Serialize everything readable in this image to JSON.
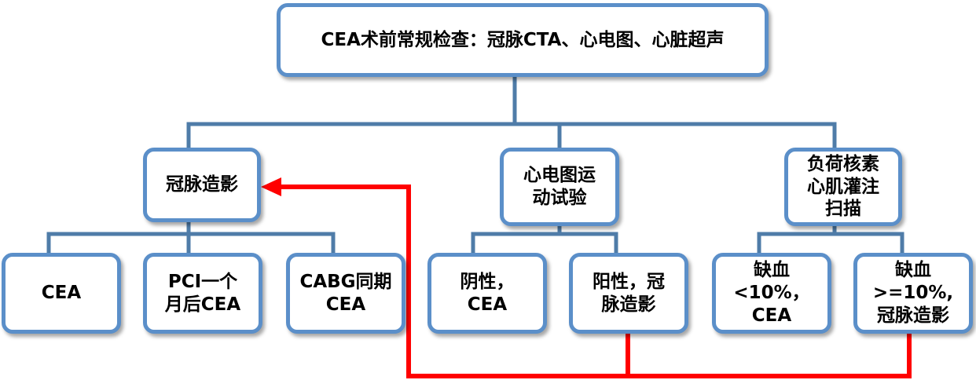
{
  "root": "CEA术前常规检查：冠脉CTA、心电图、心脏超声",
  "branches": {
    "angio": {
      "label": "冠脉造影",
      "children": [
        "CEA",
        "PCI一个月后CEA",
        "CABG同期CEA"
      ]
    },
    "ecg": {
      "label": "心电图运动试验",
      "children": [
        "阴性，CEA",
        "阳性，冠脉造影"
      ]
    },
    "nuclear": {
      "label": "负荷核素心肌灌注扫描",
      "children": [
        "缺血<10%，CEA",
        "缺血>=10%,冠脉造影"
      ]
    }
  },
  "colors": {
    "box_border": "#5b8fc9",
    "connector": "#4f7ca8",
    "feedback_arrow": "#ff0000"
  }
}
